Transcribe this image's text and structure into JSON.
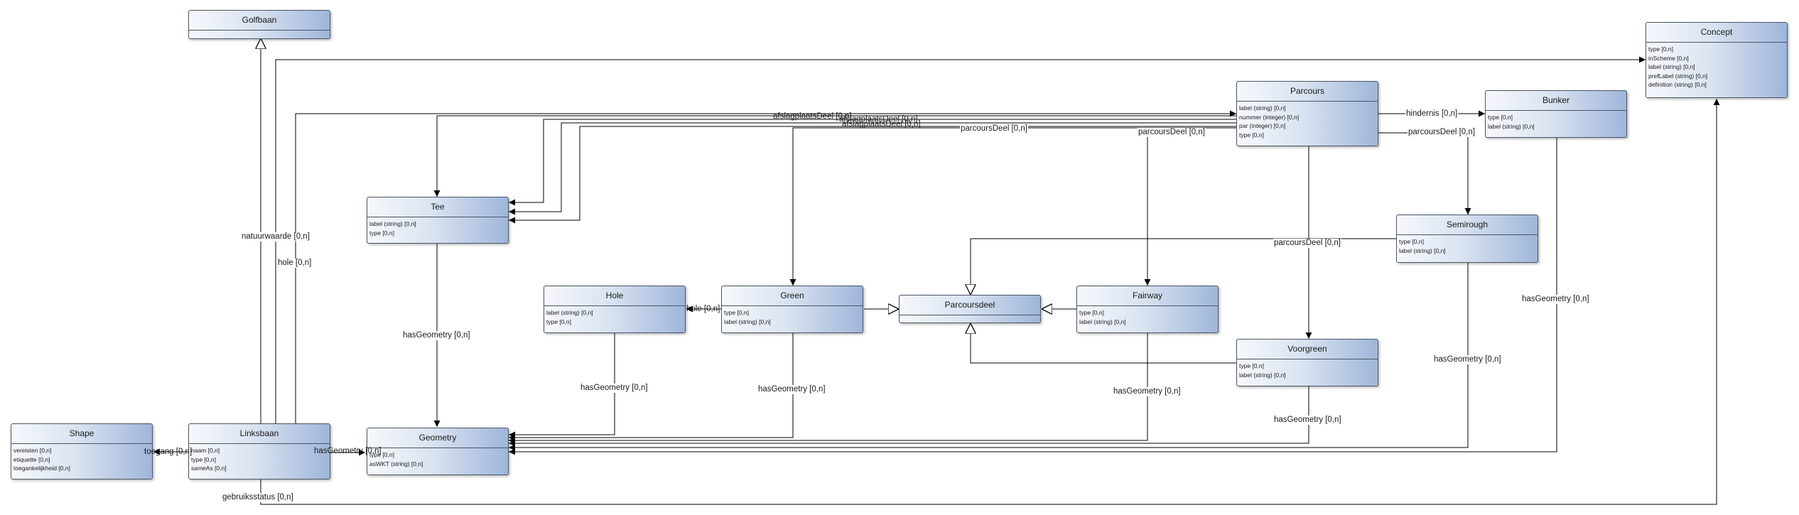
{
  "classes": {
    "golfbaan": {
      "name": "Golfbaan",
      "attributes": []
    },
    "concept": {
      "name": "Concept",
      "attributes": [
        "type [0,n]",
        "inScheme [0,n]",
        "label (string) [0,n]",
        "prefLabel (string) [0,n]",
        "definition (string) [0,n]"
      ]
    },
    "parcours": {
      "name": "Parcours",
      "attributes": [
        "label (string) [0,n]",
        "nummer (integer) [0,n]",
        "par (integer) [0,n]",
        "type [0,n]"
      ]
    },
    "bunker": {
      "name": "Bunker",
      "attributes": [
        "type [0,n]",
        "label (string) [0,n]"
      ]
    },
    "tee": {
      "name": "Tee",
      "attributes": [
        "label (string) [0,n]",
        "type [0,n]"
      ]
    },
    "semirough": {
      "name": "Semirough",
      "attributes": [
        "type [0,n]",
        "label (string) [0,n]"
      ]
    },
    "hole": {
      "name": "Hole",
      "attributes": [
        "label (string) [0,n]",
        "type [0,n]"
      ]
    },
    "green": {
      "name": "Green",
      "attributes": [
        "type [0,n]",
        "label (string) [0,n]"
      ]
    },
    "parcoursdeel": {
      "name": "Parcoursdeel",
      "attributes": []
    },
    "fairway": {
      "name": "Fairway",
      "attributes": [
        "type [0,n]",
        "label (string) [0,n]"
      ]
    },
    "voorgreen": {
      "name": "Voorgreen",
      "attributes": [
        "type [0,n]",
        "label (string) [0,n]"
      ]
    },
    "shape": {
      "name": "Shape",
      "attributes": [
        "vereisten [0,n]",
        "etiquette [0,n]",
        "toegankelijkheid [0,n]"
      ]
    },
    "linksbaan": {
      "name": "Linksbaan",
      "attributes": [
        "naam [0,n]",
        "type [0,n]",
        "sameAs [0,n]"
      ]
    },
    "geometry": {
      "name": "Geometry",
      "attributes": [
        "type [0,n]",
        "asWKT (string) [0,n]"
      ]
    }
  },
  "edge_labels": {
    "natuurwaarde": "natuurwaarde [0,n]",
    "hole": "hole [0,n]",
    "afslagplaats_a": "afslagplaatsDeel [0,n]",
    "afslagplaats_b": "afslagplaatsDeel [0,n]",
    "afslagplaats_c": "afslagplaatsDeel [0,n]",
    "parcoursdeel_green": "parcoursDeel [0,n]",
    "parcoursdeel_fairway": "parcoursDeel [0,n]",
    "parcoursdeel_semirough": "parcoursDeel [0,n]",
    "parcoursdeel_voorgreen": "parcoursDeel [0,n]",
    "hindernis": "hindernis [0,n]",
    "hasgeom_tee": "hasGeometry [0,n]",
    "hasgeom_hole": "hasGeometry [0,n]",
    "hasgeom_green": "hasGeometry [0,n]",
    "hasgeom_fairway": "hasGeometry [0,n]",
    "hasgeom_voorgreen": "hasGeometry [0,n]",
    "hasgeom_semirough": "hasGeometry [0,n]",
    "hasgeom_bunker": "hasGeometry [0,n]",
    "hasgeom_linksbaan": "hasGeometry [0,n]",
    "hole_green": "hole [0,n]",
    "toegang": "toegang [0,n]",
    "gebruiksstatus": "gebruiksstatus [0,n]"
  }
}
